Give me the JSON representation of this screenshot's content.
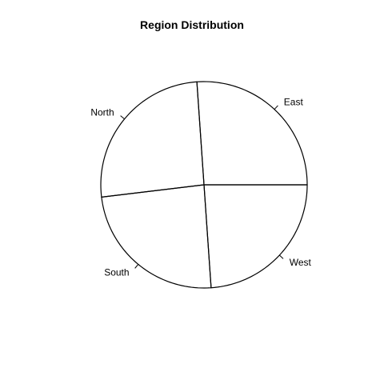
{
  "chart_data": {
    "type": "pie",
    "title": "Region Distribution",
    "slices": [
      {
        "label": "East",
        "value": 26.1
      },
      {
        "label": "North",
        "value": 25.8
      },
      {
        "label": "South",
        "value": 24.2
      },
      {
        "label": "West",
        "value": 23.9
      }
    ],
    "start": "3 o'clock",
    "direction": "counterclockwise",
    "fill": "none",
    "stroke_color": "#000000",
    "legend": "none"
  }
}
